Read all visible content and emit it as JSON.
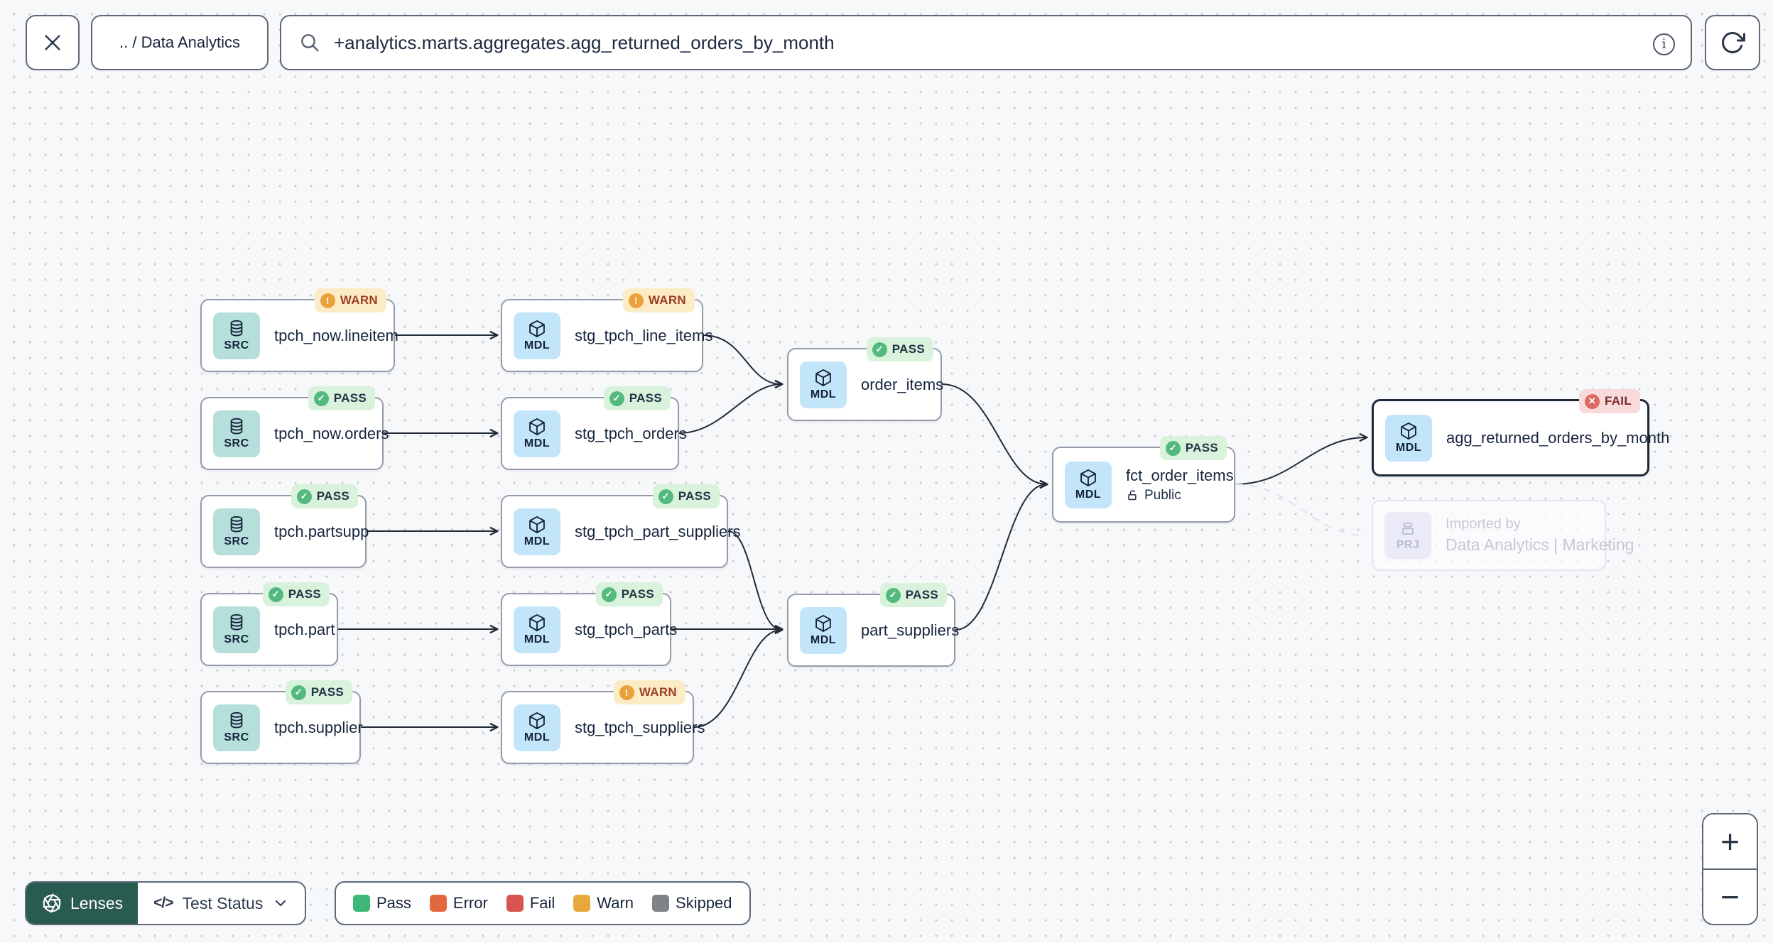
{
  "toolbar": {
    "breadcrumb": ".. / Data Analytics",
    "search_value": "+analytics.marts.aggregates.agg_returned_orders_by_month"
  },
  "icons": {
    "close": "✕",
    "info": "i",
    "code": "</>",
    "plus": "+",
    "minus": "−"
  },
  "badge_glyphs": {
    "pass": "✓",
    "warn": "!",
    "fail": "✕"
  },
  "nodes": [
    {
      "label": "tpch_now.lineitem",
      "kind": "SRC",
      "status": "WARN"
    },
    {
      "label": "stg_tpch_line_items",
      "kind": "MDL",
      "status": "WARN"
    },
    {
      "label": "tpch_now.orders",
      "kind": "SRC",
      "status": "PASS"
    },
    {
      "label": "stg_tpch_orders",
      "kind": "MDL",
      "status": "PASS"
    },
    {
      "label": "tpch.partsupp",
      "kind": "SRC",
      "status": "PASS"
    },
    {
      "label": "stg_tpch_part_suppliers",
      "kind": "MDL",
      "status": "PASS"
    },
    {
      "label": "tpch.part",
      "kind": "SRC",
      "status": "PASS"
    },
    {
      "label": "stg_tpch_parts",
      "kind": "MDL",
      "status": "PASS"
    },
    {
      "label": "tpch.supplier",
      "kind": "SRC",
      "status": "PASS"
    },
    {
      "label": "stg_tpch_suppliers",
      "kind": "MDL",
      "status": "WARN"
    },
    {
      "label": "order_items",
      "kind": "MDL",
      "status": "PASS"
    },
    {
      "label": "part_suppliers",
      "kind": "MDL",
      "status": "PASS"
    },
    {
      "label": "fct_order_items",
      "kind": "MDL",
      "status": "PASS",
      "access": "Public"
    },
    {
      "label": "agg_returned_orders_by_month",
      "kind": "MDL",
      "status": "FAIL",
      "selected": true
    },
    {
      "label": "Data Analytics | Marketing",
      "kind": "PRJ",
      "note": "Imported by",
      "ghost": true
    }
  ],
  "lenses": {
    "button": "Lenses",
    "selector": "Test Status"
  },
  "legend": {
    "items": [
      {
        "label": "Pass",
        "color": "#3eb876"
      },
      {
        "label": "Error",
        "color": "#e2683f"
      },
      {
        "label": "Fail",
        "color": "#d9534f"
      },
      {
        "label": "Warn",
        "color": "#e7a83e"
      },
      {
        "label": "Skipped",
        "color": "#7f8487"
      }
    ]
  },
  "colors": {
    "edge": "#222b38",
    "selected_border": "#1d2838",
    "lenses_button_bg": "#2a5b50",
    "src_badge_bg": "#b6dfdb",
    "mdl_badge_bg": "#c2e5fa",
    "pass_bg": "#d9f2dc",
    "warn_bg": "#fbecc5",
    "fail_bg": "#f8dada"
  }
}
